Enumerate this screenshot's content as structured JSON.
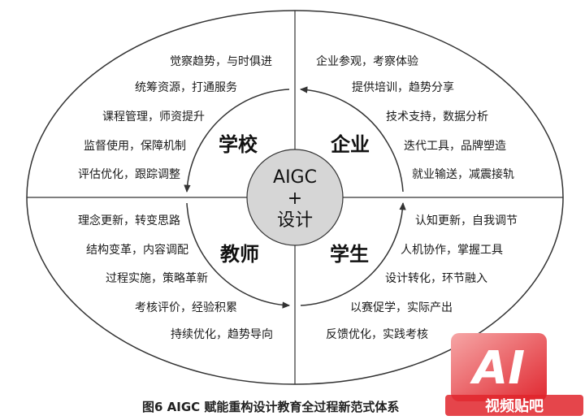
{
  "diagram": {
    "center": {
      "line1": "AIGC",
      "line2": "+",
      "line3": "设计"
    },
    "quadrants": {
      "school": {
        "label": "学校",
        "items": [
          "觉察趋势，与时俱进",
          "统筹资源，打通服务",
          "课程管理，师资提升",
          "监督使用，保障机制",
          "评估优化，跟踪调整"
        ]
      },
      "enterprise": {
        "label": "企业",
        "items": [
          "企业参观，考察体验",
          "提供培训，趋势分享",
          "技术支持，数据分析",
          "迭代工具，品牌塑造",
          "就业输送，减震接轨"
        ]
      },
      "teacher": {
        "label": "教师",
        "items": [
          "理念更新，转变思路",
          "结构变革，内容调配",
          "过程实施，策略革新",
          "考核评价，经验积累",
          "持续优化，趋势导向"
        ]
      },
      "student": {
        "label": "学生",
        "items": [
          "认知更新，自我调节",
          "人机协作，掌握工具",
          "设计转化，环节融入",
          "以赛促学，实际产出",
          "反馈优化，实践考核"
        ]
      }
    },
    "caption": "图6  AIGC 赋能重构设计教育全过程新范式体系"
  },
  "watermark": {
    "logo_text": "AI",
    "site_text": "视频贴吧",
    "colors": {
      "start": "#f6a0a0",
      "end": "#e0242c"
    }
  },
  "colors": {
    "line": "#333333",
    "center_fill": "#d6d6d6"
  }
}
